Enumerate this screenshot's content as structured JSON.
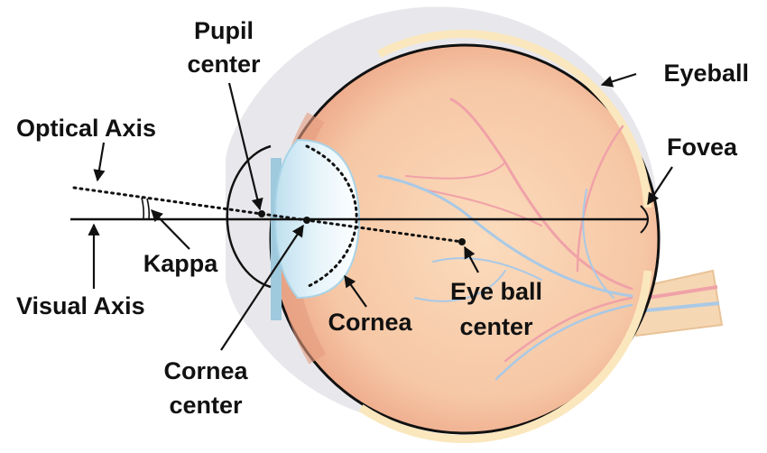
{
  "labels": {
    "pupil_center_line1": "Pupil",
    "pupil_center_line2": "center",
    "eyeball": "Eyeball",
    "optical_axis": "Optical Axis",
    "fovea": "Fovea",
    "kappa": "Kappa",
    "visual_axis": "Visual Axis",
    "cornea": "Cornea",
    "eye_ball_center_line1": "Eye ball",
    "eye_ball_center_line2": "center",
    "cornea_center_line1": "Cornea",
    "cornea_center_line2": "center"
  },
  "colors": {
    "sclera_outer": "#e6e6ea",
    "eyeball_fill": "#f5c9a6",
    "eyeball_fill_inner": "#f8d8b8",
    "choroid_rim": "#efb394",
    "retina_band": "#fbe7bd",
    "lens": "#d9eef7",
    "lens_edge": "#a9d3e6",
    "iris": "#cfe6f1",
    "artery": "#f0a2a8",
    "vein": "#a9c9e6",
    "optic_nerve": "#f6d7b4",
    "line": "#111111"
  }
}
